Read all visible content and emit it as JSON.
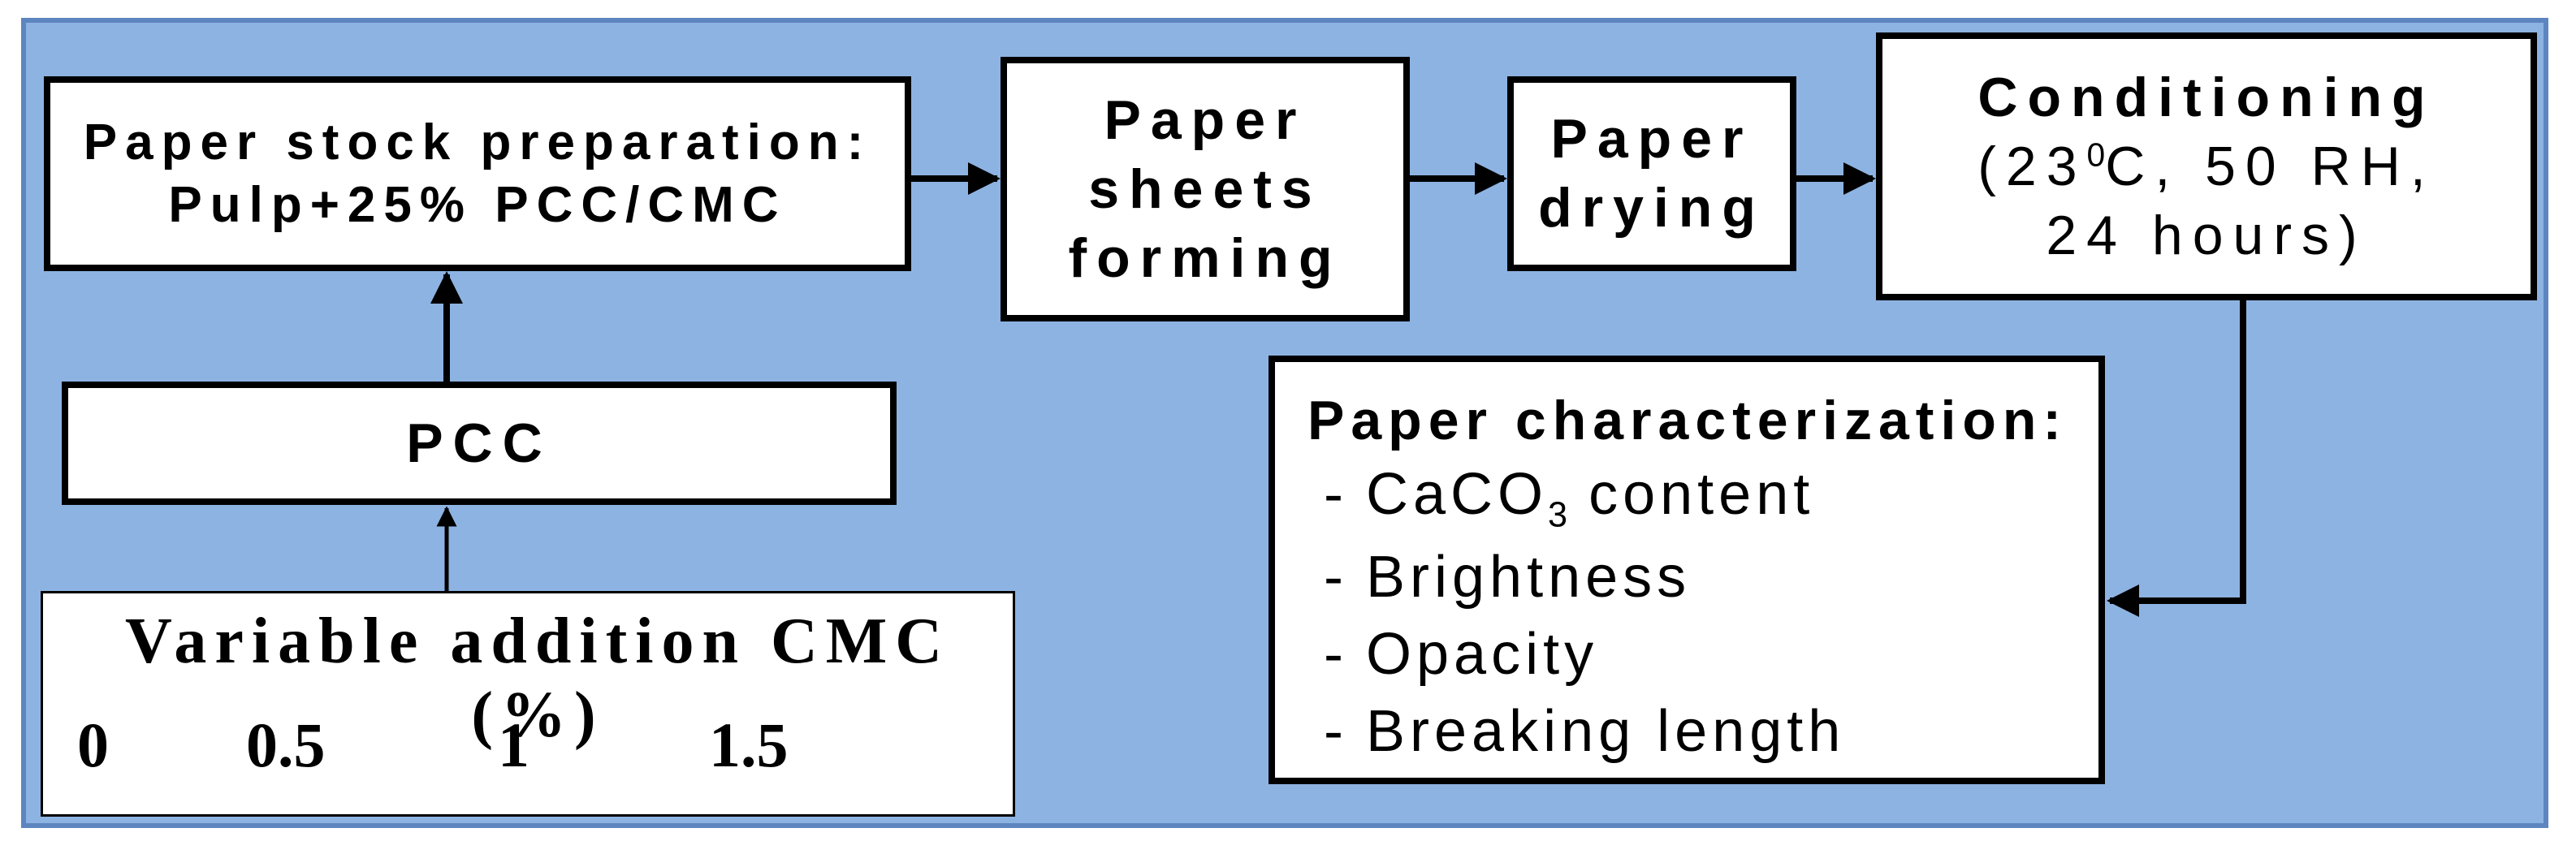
{
  "colors": {
    "background": "#8db3e2",
    "panel_border": "#5d86c0",
    "box_fill": "#ffffff",
    "line": "#000000"
  },
  "stock_prep": {
    "line1": "Paper stock preparation:",
    "line2": "Pulp+25% PCC/CMC"
  },
  "forming": {
    "line1": "Paper",
    "line2": "sheets",
    "line3": "forming"
  },
  "drying": {
    "line1": "Paper",
    "line2": "drying"
  },
  "conditioning": {
    "title": "Conditioning",
    "line2_pre": "(23",
    "line2_sup": "0",
    "line2_post": "C, 50 RH,",
    "line3": "24 hours)"
  },
  "pcc": {
    "label": "PCC"
  },
  "cmc": {
    "title": "Variable addition CMC (%)",
    "values": [
      "0",
      "0.5",
      "1",
      "1.5"
    ]
  },
  "characterization": {
    "title": "Paper characterization:",
    "dash": "-",
    "item1_pre": "CaCO",
    "item1_sub": "3",
    "item1_post": " content",
    "item2": "Brightness",
    "item3": "Opacity",
    "item4": "Breaking length"
  }
}
